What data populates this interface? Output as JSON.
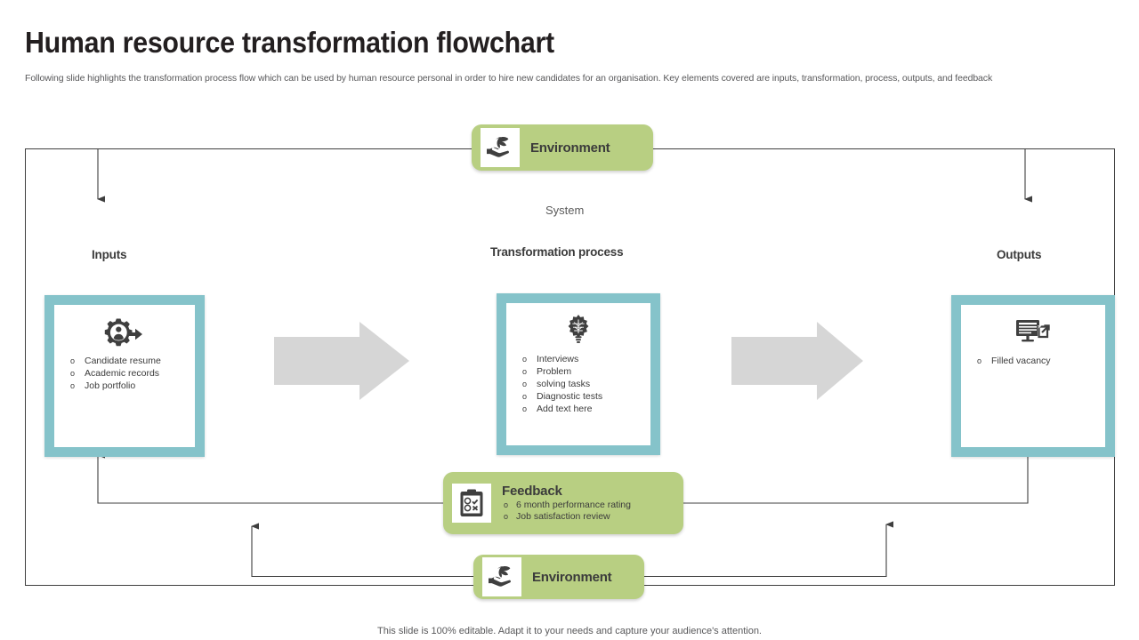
{
  "header": {
    "title": "Human resource transformation flowchart",
    "subtitle": "Following slide highlights the transformation process flow which can be used by human resource personal in order to hire new candidates for an organisation. Key elements covered are inputs, transformation, process, outputs, and feedback"
  },
  "diagram": {
    "system_label": "System",
    "environment_top": {
      "label": "Environment",
      "icon": "hand-plant-icon"
    },
    "environment_bottom": {
      "label": "Environment",
      "icon": "hand-plant-icon"
    },
    "feedback": {
      "label": "Feedback",
      "icon": "clipboard-check-icon",
      "items": [
        "6 month performance rating",
        "Job satisfaction review"
      ]
    },
    "inputs": {
      "caption": "Inputs",
      "icon": "gear-person-arrow-icon",
      "items": [
        "Candidate resume",
        "Academic records",
        "Job portfolio"
      ]
    },
    "transformation": {
      "caption": "Transformation process",
      "icon": "lightbulb-gear-icon",
      "items": [
        "Interviews",
        "Problem",
        "solving tasks",
        "Diagnostic tests",
        "Add text here"
      ]
    },
    "outputs": {
      "caption": "Outputs",
      "icon": "monitor-export-icon",
      "items": [
        "Filled vacancy"
      ]
    }
  },
  "colors": {
    "green": "#b8cf82",
    "teal": "#85c3ca",
    "gray_arrow": "#d6d6d6",
    "line": "#3f3f3f",
    "text": "#3b3b3b"
  },
  "footer": {
    "note": "This slide is 100% editable. Adapt it to your needs and capture your audience's attention."
  }
}
